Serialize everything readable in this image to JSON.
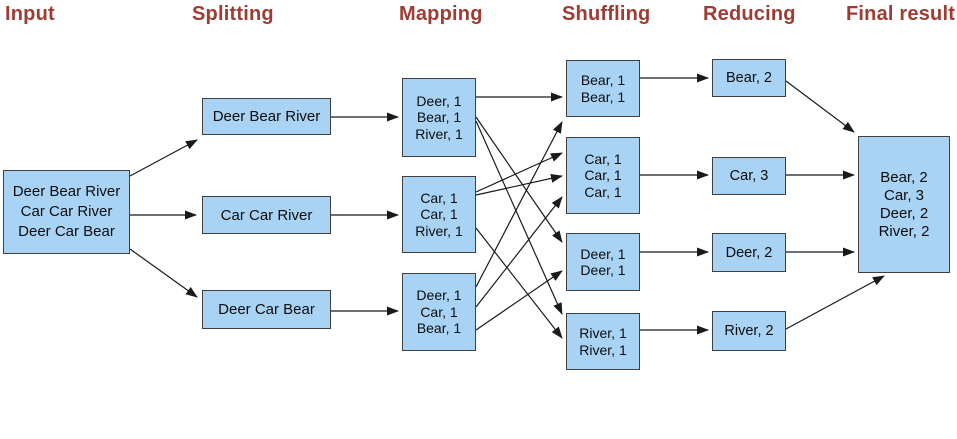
{
  "headers": [
    {
      "label": "Input"
    },
    {
      "label": "Splitting"
    },
    {
      "label": "Mapping"
    },
    {
      "label": "Shuffling"
    },
    {
      "label": "Reducing"
    },
    {
      "label": "Final result"
    }
  ],
  "input": {
    "lines": [
      "Deer Bear River",
      "Car Car River",
      "Deer Car Bear"
    ]
  },
  "splitting": {
    "boxes": [
      {
        "label": "Deer Bear River"
      },
      {
        "label": "Car Car River"
      },
      {
        "label": "Deer Car Bear"
      }
    ]
  },
  "mapping": {
    "boxes": [
      {
        "lines": [
          "Deer, 1",
          "Bear, 1",
          "River, 1"
        ]
      },
      {
        "lines": [
          "Car, 1",
          "Car, 1",
          "River, 1"
        ]
      },
      {
        "lines": [
          "Deer, 1",
          "Car, 1",
          "Bear, 1"
        ]
      }
    ]
  },
  "shuffling": {
    "boxes": [
      {
        "lines": [
          "Bear, 1",
          "Bear, 1"
        ]
      },
      {
        "lines": [
          "Car, 1",
          "Car, 1",
          "Car, 1"
        ]
      },
      {
        "lines": [
          "Deer, 1",
          "Deer, 1"
        ]
      },
      {
        "lines": [
          "River, 1",
          "River, 1"
        ]
      }
    ]
  },
  "reducing": {
    "boxes": [
      {
        "label": "Bear, 2"
      },
      {
        "label": "Car, 3"
      },
      {
        "label": "Deer, 2"
      },
      {
        "label": "River, 2"
      }
    ]
  },
  "final": {
    "lines": [
      "Bear, 2",
      "Car, 3",
      "Deer, 2",
      "River, 2"
    ]
  },
  "colors": {
    "box_fill": "#A9D3F4",
    "box_border": "#404040",
    "header_text": "#9E3B33",
    "arrow": "#1A1A1A",
    "background": "#FFFFFF"
  }
}
